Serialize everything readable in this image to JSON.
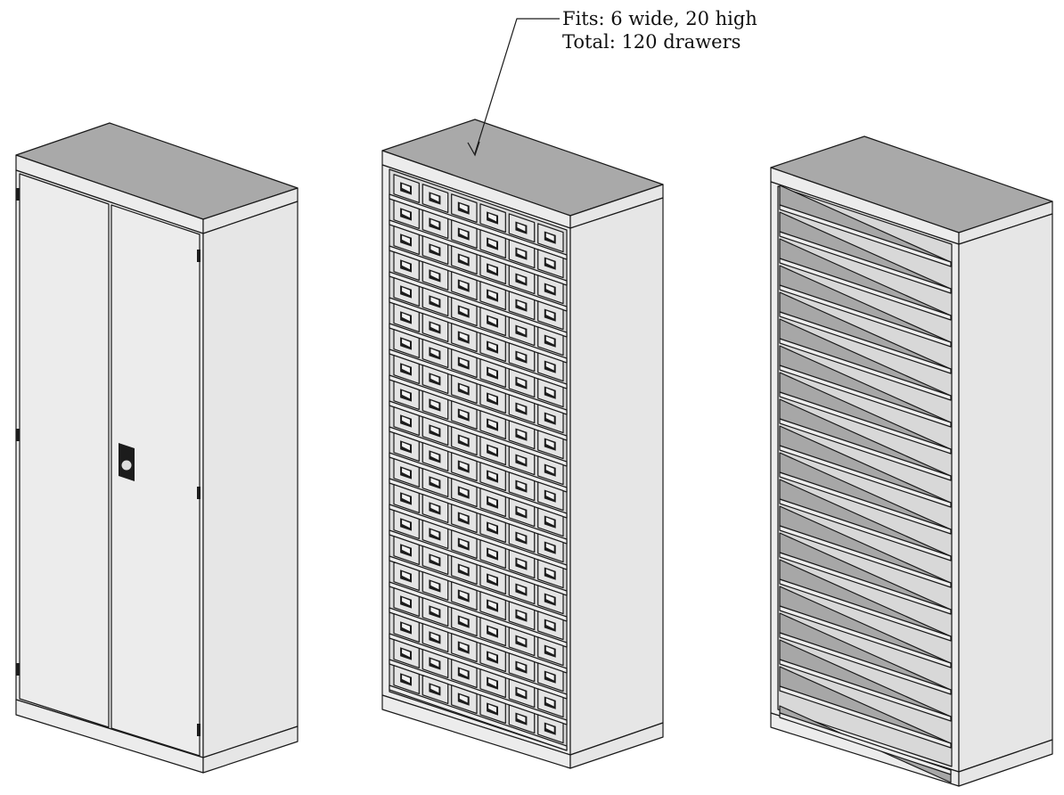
{
  "annotation": {
    "line1": "Fits: 6 wide, 20 high",
    "line2": "Total: 120 drawers"
  },
  "drawer_cabinet": {
    "columns": 6,
    "rows": 20,
    "total_drawers": 120
  },
  "shelf_cabinet": {
    "shelves": 20
  },
  "colors": {
    "top_face": "#a9a9a9",
    "body": "#ececec",
    "outline": "#1a1a1a"
  }
}
